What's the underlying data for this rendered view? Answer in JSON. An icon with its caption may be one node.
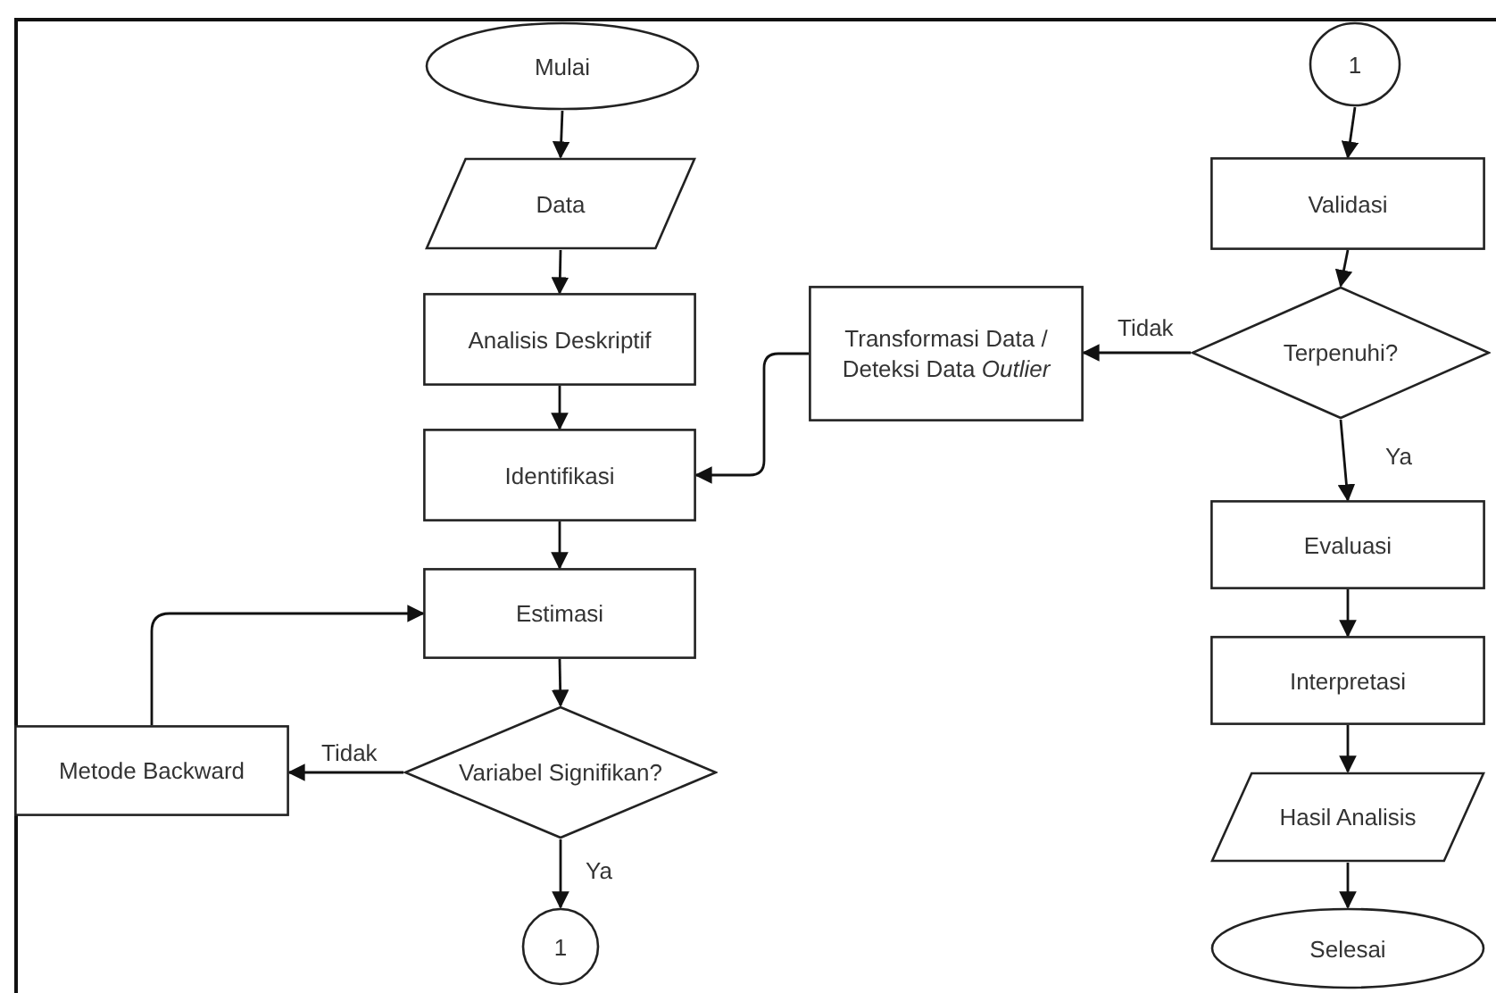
{
  "diagram": {
    "nodes": [
      {
        "text": [
          "Mulai"
        ]
      },
      {
        "text": [
          "Data"
        ]
      },
      {
        "text": [
          "Analisis Deskriptif"
        ]
      },
      {
        "text": [
          "Identifikasi"
        ]
      },
      {
        "text": [
          "Estimasi"
        ]
      },
      {
        "text": [
          "Variabel Signifikan?"
        ]
      },
      {
        "text": [
          "Metode Backward"
        ]
      },
      {
        "text": [
          "1"
        ]
      },
      {
        "text": [
          "1"
        ]
      },
      {
        "text": [
          "Validasi"
        ]
      },
      {
        "text": [
          "Terpenuhi?"
        ]
      },
      {
        "text": [
          "Transformasi Data / Deteksi Data *Outlier*"
        ]
      },
      {
        "text": [
          "Evaluasi"
        ]
      },
      {
        "text": [
          "Interpretasi"
        ]
      },
      {
        "text": [
          "Hasil Analisis"
        ]
      },
      {
        "text": [
          "Selesai"
        ]
      }
    ],
    "edges": [
      {
        "from": 0,
        "to": 1,
        "arrow": "to"
      },
      {
        "from": 1,
        "to": 2,
        "arrow": "to"
      },
      {
        "from": 2,
        "to": 3,
        "arrow": "to"
      },
      {
        "from": 3,
        "to": 4,
        "arrow": "to"
      },
      {
        "from": 4,
        "to": 5,
        "arrow": "to"
      },
      {
        "from": 5,
        "to": 6,
        "arrow": "to",
        "label": "Tidak"
      },
      {
        "from": 6,
        "to": 4,
        "arrow": "to"
      },
      {
        "from": 5,
        "to": 7,
        "arrow": "to",
        "label": "Ya"
      },
      {
        "from": 8,
        "to": 9,
        "arrow": "to"
      },
      {
        "from": 9,
        "to": 10,
        "arrow": "to"
      },
      {
        "from": 10,
        "to": 11,
        "arrow": "to",
        "label": "Tidak"
      },
      {
        "from": 11,
        "to": 3,
        "arrow": "to"
      },
      {
        "from": 10,
        "to": 12,
        "arrow": "to",
        "label": "Ya"
      },
      {
        "from": 12,
        "to": 13,
        "arrow": "to"
      },
      {
        "from": 13,
        "to": 14,
        "arrow": "to"
      },
      {
        "from": 14,
        "to": 15,
        "arrow": "to"
      }
    ]
  }
}
